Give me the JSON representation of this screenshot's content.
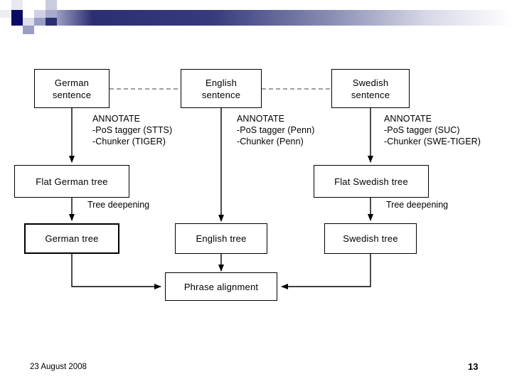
{
  "slide": {
    "header": {
      "accent_dark": "#2b2f72",
      "accent_mid": "#8c90b4",
      "accent_light": "#c9cbe0"
    },
    "footer": {
      "date": "23 August 2008",
      "page_number": "13"
    }
  },
  "diagram": {
    "nodes": {
      "german_sentence": "German\nsentence",
      "german_sentence_line1": "German",
      "german_sentence_line2": "sentence",
      "english_sentence_line1": "English",
      "english_sentence_line2": "sentence",
      "swedish_sentence_line1": "Swedish",
      "swedish_sentence_line2": "sentence",
      "flat_german_tree": "Flat German tree",
      "flat_swedish_tree": "Flat Swedish tree",
      "german_tree": "German tree",
      "english_tree": "English tree",
      "swedish_tree": "Swedish tree",
      "phrase_alignment": "Phrase alignment"
    },
    "annotations": {
      "german": {
        "title": "ANNOTATE",
        "line1": "-PoS tagger (STTS)",
        "line2": "-Chunker (TIGER)"
      },
      "english": {
        "title": "ANNOTATE",
        "line1": "-PoS tagger (Penn)",
        "line2": "-Chunker (Penn)"
      },
      "swedish": {
        "title": "ANNOTATE",
        "line1": "-PoS tagger (SUC)",
        "line2": "-Chunker (SWE-TIGER)"
      }
    },
    "edge_labels": {
      "tree_deepening_left": "Tree deepening",
      "tree_deepening_right": "Tree deepening"
    }
  }
}
